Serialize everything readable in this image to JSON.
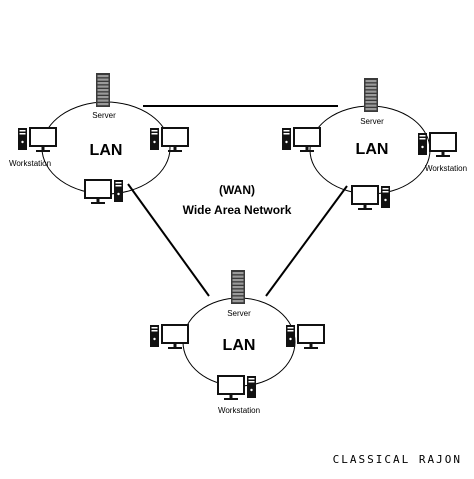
{
  "wan": {
    "abbr": "(WAN)",
    "name": "Wide Area Network"
  },
  "lans": [
    {
      "label": "LAN",
      "server_label": "Server",
      "workstation_label": "Workstation"
    },
    {
      "label": "LAN",
      "server_label": "Server",
      "workstation_label": "Workstation"
    },
    {
      "label": "LAN",
      "server_label": "Server",
      "workstation_label": "Workstation"
    }
  ],
  "icons": [
    "server-icon",
    "workstation-icon"
  ],
  "watermark": "CLASSICAL RAJON"
}
